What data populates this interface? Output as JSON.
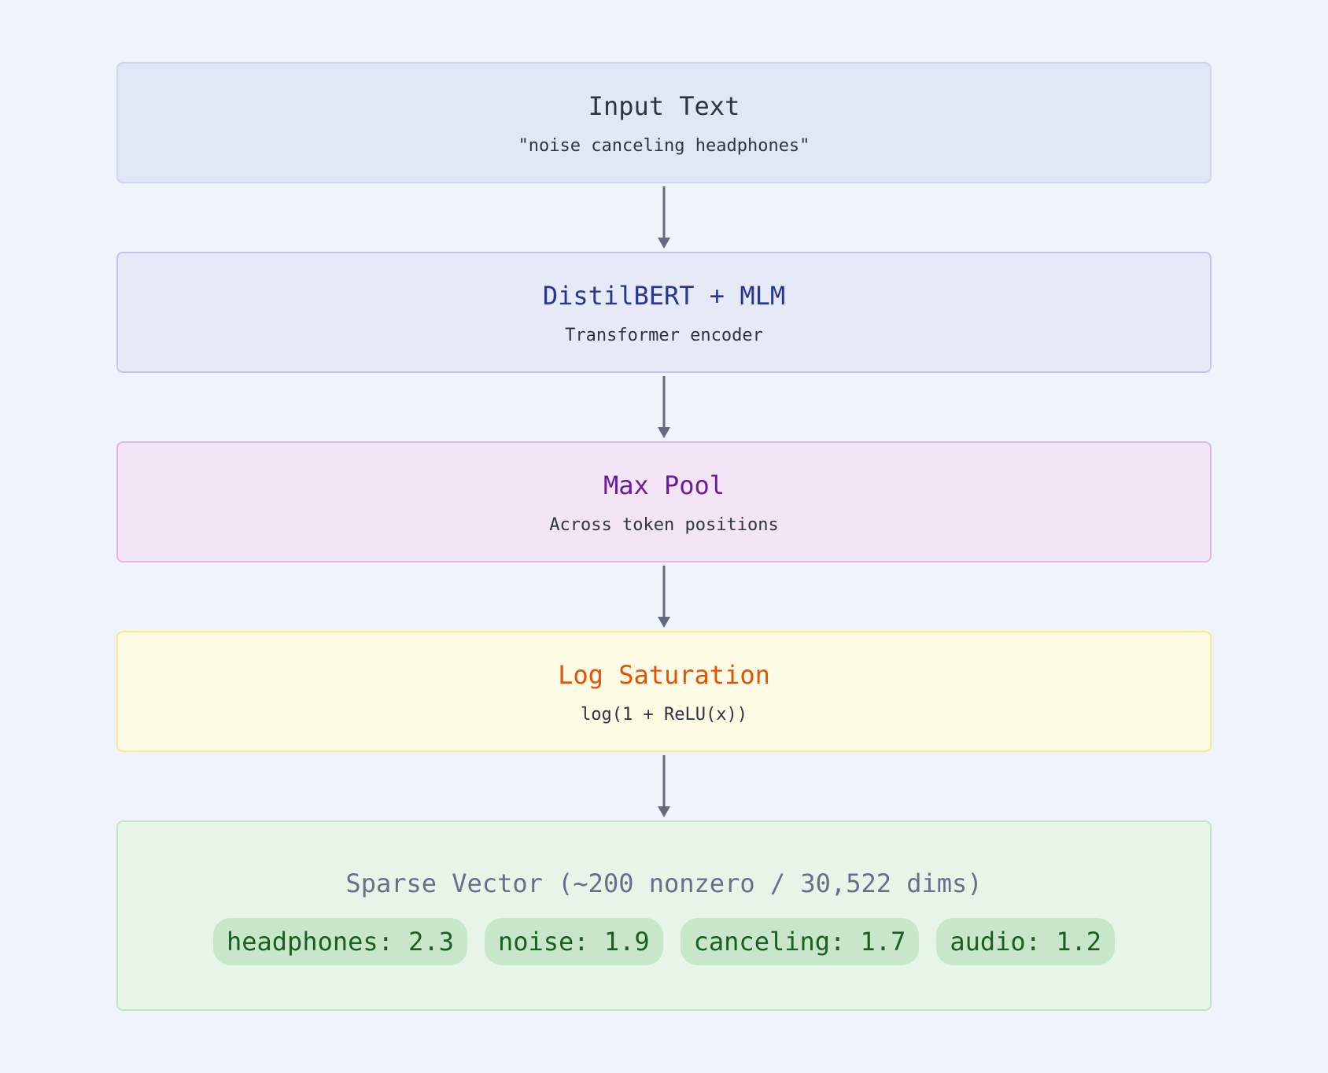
{
  "nodes": [
    {
      "id": "input",
      "title": "Input Text",
      "subtitle": "\"noise canceling headphones\""
    },
    {
      "id": "encoder",
      "title": "DistilBERT + MLM",
      "subtitle": "Transformer encoder"
    },
    {
      "id": "pool",
      "title": "Max Pool",
      "subtitle": "Across token positions"
    },
    {
      "id": "log",
      "title": "Log Saturation",
      "subtitle": "log(1 + ReLU(x))"
    }
  ],
  "output": {
    "title": "Sparse Vector (~200 nonzero / 30,522 dims)",
    "terms": [
      {
        "label": "headphones: 2.3"
      },
      {
        "label": "noise: 1.9"
      },
      {
        "label": "canceling: 1.7"
      },
      {
        "label": "audio: 1.2"
      }
    ]
  },
  "colors": {
    "background": "#eff3fb",
    "arrow": "#646a7e",
    "encoder_title": "#283593",
    "pool_title": "#6a1b9a",
    "log_title": "#e65100",
    "chip_bg": "#c8e6c9",
    "chip_text": "#1b5e20"
  }
}
